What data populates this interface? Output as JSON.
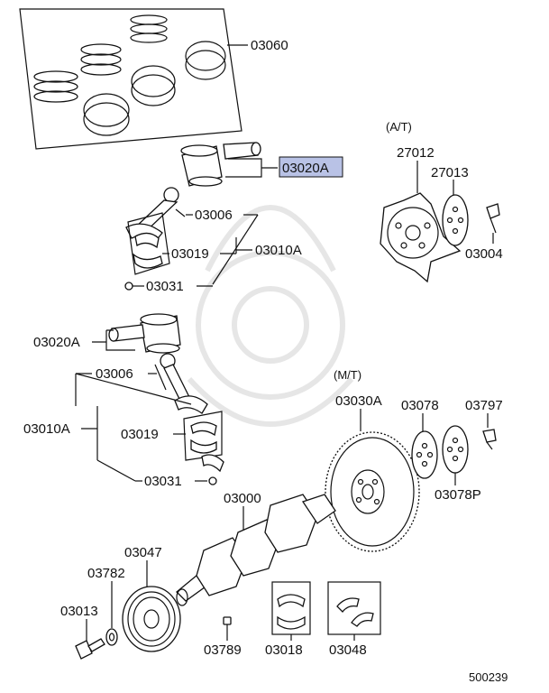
{
  "diagram": {
    "corner_code": "500239",
    "highlight_color": "#b9c2e6",
    "groups": {
      "at": "(A/T)",
      "mt": "(M/T)"
    },
    "parts": {
      "p03060": "03060",
      "p03020A_top": "03020A",
      "p03006_top": "03006",
      "p03019_top": "03019",
      "p03010A_top": "03010A",
      "p03031_top": "03031",
      "p27012": "27012",
      "p27013": "27013",
      "p03004": "03004",
      "p03020A_mid": "03020A",
      "p03006_mid": "03006",
      "p03010A_mid": "03010A",
      "p03019_mid": "03019",
      "p03031_mid": "03031",
      "p03030A": "03030A",
      "p03078": "03078",
      "p03797": "03797",
      "p03078P": "03078P",
      "p03000": "03000",
      "p03047": "03047",
      "p03782": "03782",
      "p03013": "03013",
      "p03789": "03789",
      "p03018": "03018",
      "p03048": "03048"
    }
  }
}
